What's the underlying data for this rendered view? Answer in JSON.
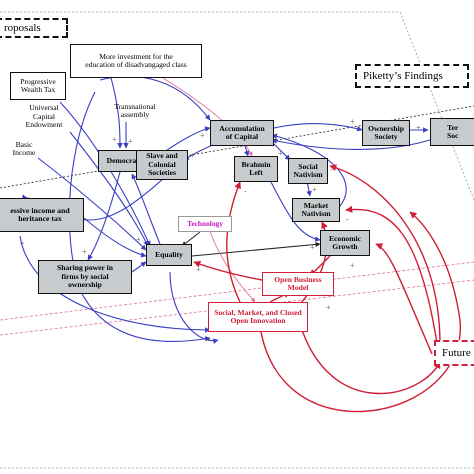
{
  "sections": {
    "proposals": "roposals",
    "findings": "Piketty’s Findings",
    "future": "Future"
  },
  "nodes": {
    "more_investment": "More investment for the\neducation of disadvangaged class",
    "progressive_wealth_tax": "Progressive\nWealth Tax",
    "universal_capital_endowment": "Universal\nCapital\nEndowment",
    "transnational_assembly": "Transnational\nassembly",
    "basic_income": "Basic\nIncome",
    "democracy": "Democracy",
    "accumulation_of_capital": "Accumulation\nof Capital",
    "ownership_society": "Ownership\nSociety",
    "tertiary_society": "Ter\nSoc",
    "social_nativism": "Social\nNativism",
    "slave_and_colonial_societies": "Slave and\nColonial\nSocieties",
    "brahmin_left": "Brahmin\nLeft",
    "market_nativism": "Market\nNativism",
    "progressive_income_tax": "essive income and\nheritance tax",
    "technology": "Technology",
    "equality": "Equality",
    "economic_growth": "Economic\nGrowth",
    "sharing_power": "Sharing power in\nfirms by social\nownership",
    "open_business_model": "Open Business\nModel",
    "open_innovation": "Social, Market, and Closed\nOpen Innovation"
  },
  "signs": {
    "plus": "+",
    "minus": "-"
  }
}
